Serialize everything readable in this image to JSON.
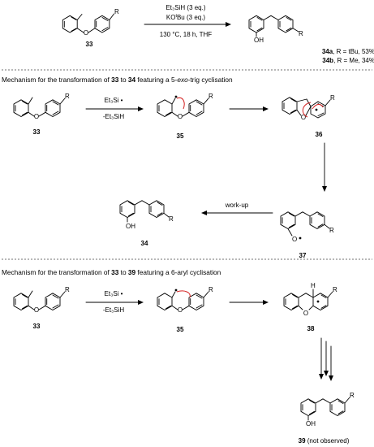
{
  "top_reaction": {
    "reagent1": "Et₃SiH (3 eq.)",
    "reagent2_pre": "KO",
    "reagent2_sup": "t",
    "reagent2_post": "Bu (3 eq.)",
    "conditions": "130 °C, 18 h, THF",
    "sm_label": "33",
    "product_a_label": "34a",
    "product_a_text": ", R = tBu, 53%",
    "product_b_label": "34b",
    "product_b_text": ", R = Me, 34%"
  },
  "mechanism1": {
    "header_pre": "Mechanism for the transformation of ",
    "header_from": "33",
    "header_mid": " to ",
    "header_to": "34",
    "header_post": " featuring a 5-",
    "header_italic": "exo",
    "header_end": "-trig cyclisation",
    "reagent_top": "Et₃Si •",
    "reagent_bottom": "-Et₃SiH",
    "workup": "work-up",
    "labels": [
      "33",
      "35",
      "36",
      "37",
      "34"
    ]
  },
  "mechanism2": {
    "header_pre": "Mechanism for the transformation of ",
    "header_from": "33",
    "header_mid": " to ",
    "header_to": "39",
    "header_post": " featuring a 6-aryl cyclisation",
    "reagent_top": "Et₃Si •",
    "reagent_bottom": "-Et₃SiH",
    "labels": [
      "33",
      "35",
      "38"
    ],
    "final_label": "39",
    "final_note": " (not observed)"
  },
  "atoms": {
    "O": "O",
    "OH": "OH",
    "R": "R",
    "H": "H",
    "rad": "•"
  }
}
